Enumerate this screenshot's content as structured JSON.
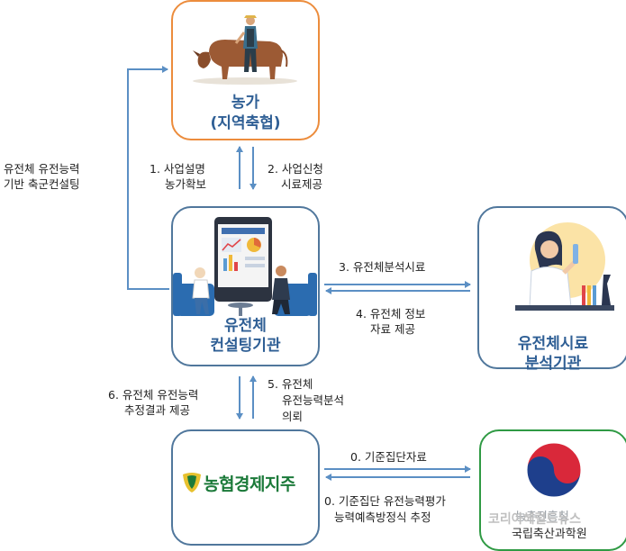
{
  "nodes": {
    "farm": {
      "line1": "농가",
      "line2": "(지역축협)"
    },
    "consulting": {
      "line1": "유전체",
      "line2": "컨설팅기관"
    },
    "lab": {
      "line1": "유전체시료",
      "line2": "분석기관"
    },
    "nonghyup": {
      "brand": "농협경제지주"
    },
    "nias": {
      "line1": "농촌진흥청",
      "line2": "국립축산과학원"
    }
  },
  "edges": {
    "left_loop": {
      "line1": "유전체 유전능력",
      "line2": "기반 축군컨설팅"
    },
    "e1": {
      "line1": "1. 사업설명",
      "line2": "농가확보"
    },
    "e2": {
      "line1": "2. 사업신청",
      "line2": "시료제공"
    },
    "e3": {
      "line1": "3. 유전체분석시료"
    },
    "e4": {
      "line1": "4. 유전체 정보",
      "line2": "자료 제공"
    },
    "e5": {
      "line1": "5. 유전체",
      "line2": "유전능력분석",
      "line3": "의뢰"
    },
    "e6": {
      "line1": "6. 유전체 유전능력",
      "line2": "추정결과 제공"
    },
    "e0a": {
      "line1": "0. 기준집단자료"
    },
    "e0b": {
      "line1": "0. 기준집단 유전능력평가",
      "line2": "능력예측방정식 추정"
    }
  },
  "watermark": "코리아헤럴드뉴스",
  "colors": {
    "arrow": "#5b8fc4",
    "farm_border": "#ec8c3c",
    "node_border": "#50779c",
    "nias_border": "#2f9a44",
    "title": "#2f5f95",
    "brand": "#1c7a3a"
  }
}
